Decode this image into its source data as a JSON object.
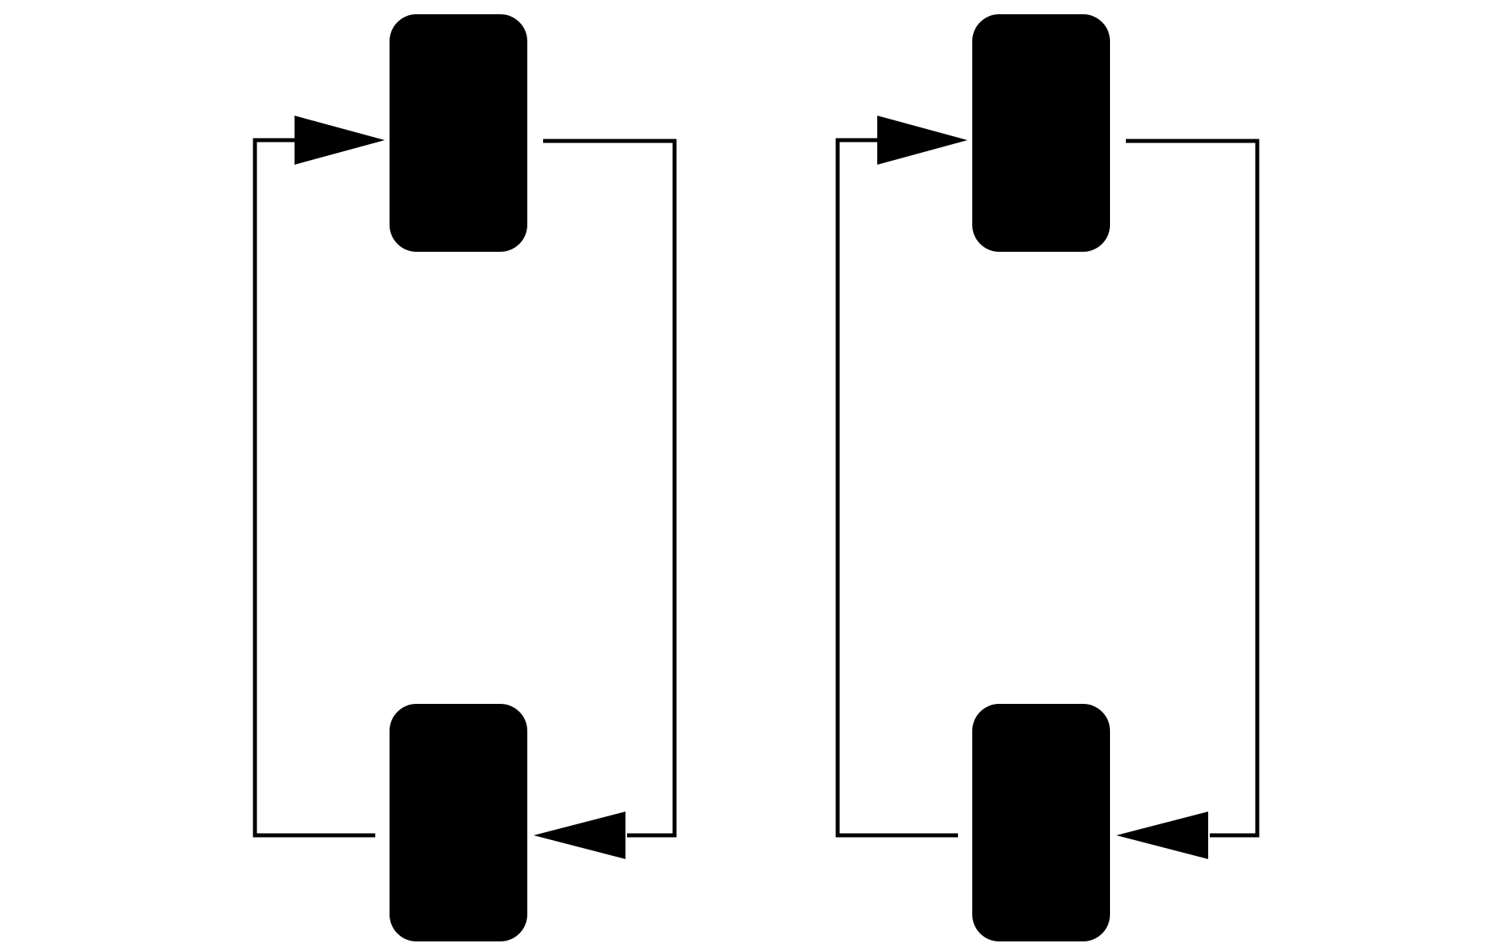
{
  "diagram": {
    "type": "cycle-diagram",
    "style": {
      "node_fill": "#000000",
      "edge_color": "#000000",
      "background": "#ffffff"
    },
    "groups": [
      {
        "id": "left-cycle",
        "nodes": [
          {
            "id": "left-top",
            "label": ""
          },
          {
            "id": "left-bottom",
            "label": ""
          }
        ],
        "edges": [
          {
            "from": "left-top",
            "to": "left-bottom",
            "route": "right-side"
          },
          {
            "from": "left-bottom",
            "to": "left-top",
            "route": "left-side"
          }
        ]
      },
      {
        "id": "right-cycle",
        "nodes": [
          {
            "id": "right-top",
            "label": ""
          },
          {
            "id": "right-bottom",
            "label": ""
          }
        ],
        "edges": [
          {
            "from": "right-top",
            "to": "right-bottom",
            "route": "right-side"
          },
          {
            "from": "right-bottom",
            "to": "right-top",
            "route": "left-side"
          }
        ]
      }
    ]
  }
}
